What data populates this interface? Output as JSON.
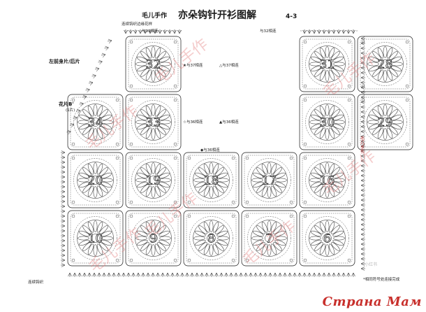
{
  "header": {
    "brand": "毛儿手作",
    "title": "亦朵钩针开衫图解",
    "page": "4-3"
  },
  "annotations": {
    "edge_top": "连续钩织边缘花样",
    "join_31": "与31相连",
    "join_32": "与32相连",
    "join_37a": "与37相连",
    "join_37b": "与37相连",
    "join_36a": "与36相连",
    "join_36b": "与36相连",
    "join_36c": "与36相连",
    "left_panel": "左前身片/后片",
    "motif_b": "花片B'",
    "motif_b_count": "(1片)",
    "right_side": "毛儿手作",
    "edge_bottom": "连续钩织",
    "note_bottom": "*相同符号处连接完成",
    "faint": "小红书"
  },
  "motifs": [
    {
      "num": "32",
      "col": 1,
      "row": 0
    },
    {
      "num": "31",
      "col": 4,
      "row": 0
    },
    {
      "num": "28",
      "col": 5,
      "row": 0
    },
    {
      "num": "34",
      "col": 0,
      "row": 1
    },
    {
      "num": "33",
      "col": 1,
      "row": 1
    },
    {
      "num": "30",
      "col": 4,
      "row": 1
    },
    {
      "num": "29",
      "col": 5,
      "row": 1
    },
    {
      "num": "20",
      "col": 0,
      "row": 2
    },
    {
      "num": "19",
      "col": 1,
      "row": 2
    },
    {
      "num": "18",
      "col": 2,
      "row": 2
    },
    {
      "num": "17",
      "col": 3,
      "row": 2
    },
    {
      "num": "16",
      "col": 4,
      "row": 2
    },
    {
      "num": "10",
      "col": 0,
      "row": 3
    },
    {
      "num": "9",
      "col": 1,
      "row": 3
    },
    {
      "num": "8",
      "col": 2,
      "row": 3
    },
    {
      "num": "7",
      "col": 3,
      "row": 3
    },
    {
      "num": "6",
      "col": 4,
      "row": 3
    }
  ],
  "watermarks": [
    "毛儿手作",
    "毛儿手作",
    "毛儿手作",
    "毛儿手作",
    "毛儿手作",
    "毛儿手作",
    "毛儿手作"
  ],
  "site": "Страна Мам",
  "colors": {
    "ink": "#1a1a1a",
    "watermark": "#e07878",
    "site": "#c8302c"
  }
}
